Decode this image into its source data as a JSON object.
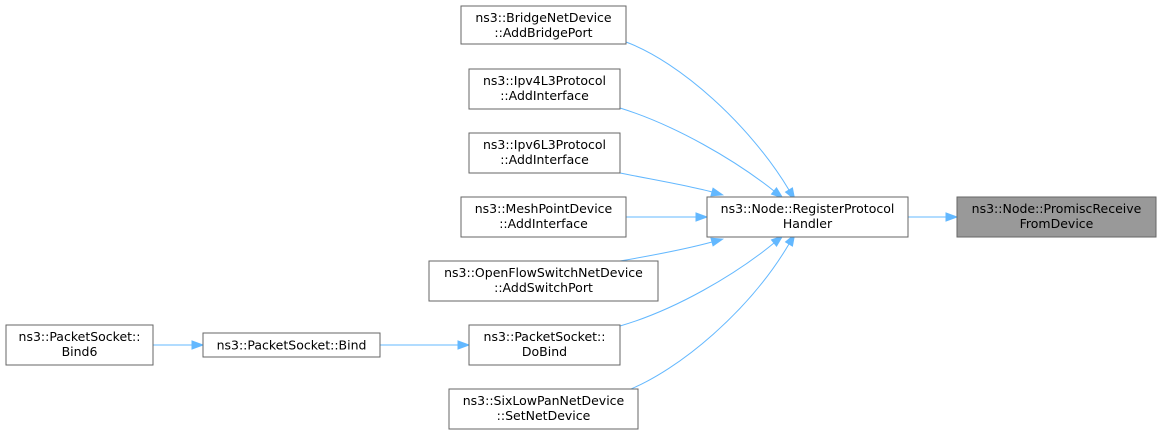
{
  "graph": {
    "nodes": [
      {
        "id": "promisc",
        "line1": "ns3::Node::PromiscReceive",
        "line2": "FromDevice",
        "highlight": true
      },
      {
        "id": "register",
        "line1": "ns3::Node::RegisterProtocol",
        "line2": "Handler"
      },
      {
        "id": "bridge",
        "line1": "ns3::BridgeNetDevice",
        "line2": "::AddBridgePort"
      },
      {
        "id": "ipv4",
        "line1": "ns3::Ipv4L3Protocol",
        "line2": "::AddInterface"
      },
      {
        "id": "ipv6",
        "line1": "ns3::Ipv6L3Protocol",
        "line2": "::AddInterface"
      },
      {
        "id": "mesh",
        "line1": "ns3::MeshPointDevice",
        "line2": "::AddInterface"
      },
      {
        "id": "openflow",
        "line1": "ns3::OpenFlowSwitchNetDevice",
        "line2": "::AddSwitchPort"
      },
      {
        "id": "dobind",
        "line1": "ns3::PacketSocket::",
        "line2": "DoBind"
      },
      {
        "id": "sixlow",
        "line1": "ns3::SixLowPanNetDevice",
        "line2": "::SetNetDevice"
      },
      {
        "id": "bind",
        "line1": "ns3::PacketSocket::Bind",
        "line2": ""
      },
      {
        "id": "bind6",
        "line1": "ns3::PacketSocket::",
        "line2": "Bind6"
      }
    ],
    "edges": [
      {
        "from": "register",
        "to": "promisc"
      },
      {
        "from": "bridge",
        "to": "register"
      },
      {
        "from": "ipv4",
        "to": "register"
      },
      {
        "from": "ipv6",
        "to": "register"
      },
      {
        "from": "mesh",
        "to": "register"
      },
      {
        "from": "openflow",
        "to": "register"
      },
      {
        "from": "dobind",
        "to": "register"
      },
      {
        "from": "sixlow",
        "to": "register"
      },
      {
        "from": "bind",
        "to": "dobind"
      },
      {
        "from": "bind6",
        "to": "bind"
      }
    ]
  }
}
